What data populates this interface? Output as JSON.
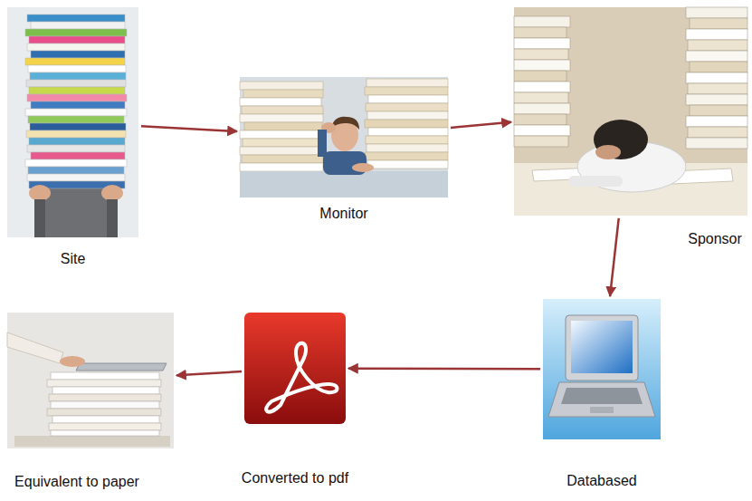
{
  "diagram": {
    "nodes": [
      {
        "text": [
          "Site"
        ]
      },
      {
        "text": [
          "Monitor"
        ]
      },
      {
        "text": [
          "Sponsor"
        ]
      },
      {
        "text": [
          "Databased"
        ]
      },
      {
        "text": [
          "Converted to pdf"
        ]
      },
      {
        "text": [
          "Equivalent to paper"
        ]
      }
    ],
    "edges": [
      {
        "from": 0,
        "to": 1,
        "arrow": "to"
      },
      {
        "from": 1,
        "to": 2,
        "arrow": "to"
      },
      {
        "from": 2,
        "to": 3,
        "arrow": "to"
      },
      {
        "from": 3,
        "to": 4,
        "arrow": "to"
      },
      {
        "from": 4,
        "to": 5,
        "arrow": "to"
      }
    ]
  }
}
